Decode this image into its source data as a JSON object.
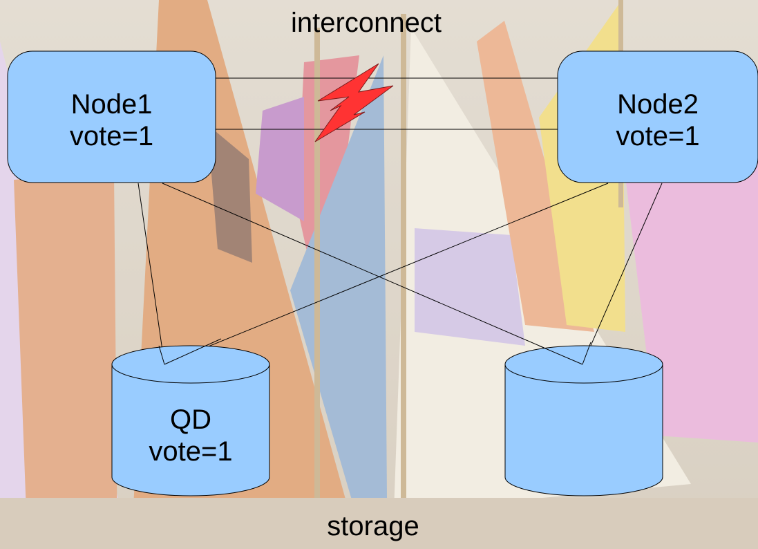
{
  "title": "interconnect",
  "footer": "storage",
  "nodes": [
    {
      "name": "Node1",
      "vote": "vote=1"
    },
    {
      "name": "Node2",
      "vote": "vote=1"
    }
  ],
  "disks": [
    {
      "name": "QD",
      "vote": "vote=1"
    },
    {
      "name": "",
      "vote": ""
    }
  ],
  "colors": {
    "node_fill": "#99ccff",
    "disk_fill": "#99ccff",
    "bolt_fill": "#ff3333",
    "line": "#000000"
  },
  "icons": {
    "interconnect_failure": "lightning-bolt-icon"
  }
}
